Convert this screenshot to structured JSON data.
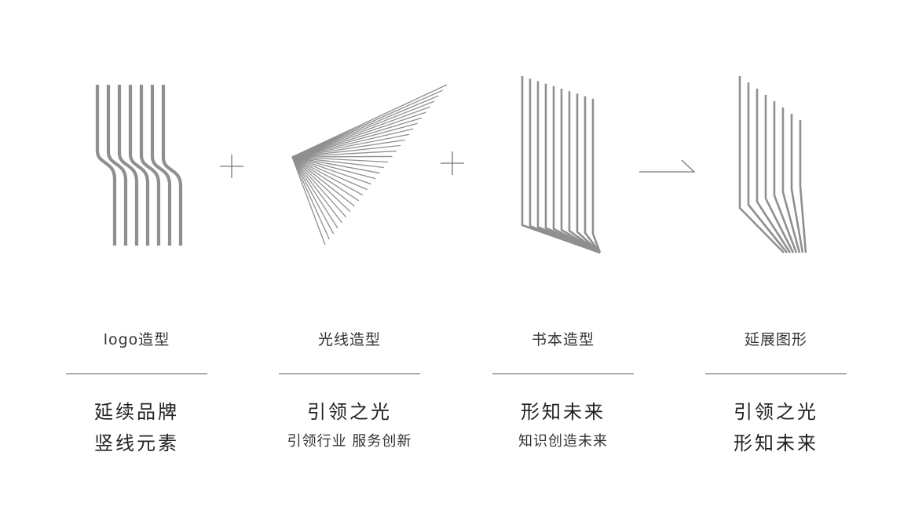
{
  "colors": {
    "stroke": "#8f8f8f",
    "operator": "#777777",
    "text": "#222222"
  },
  "columns": [
    {
      "label": "logo造型",
      "title": "延续品牌",
      "subtitle": "竖线元素"
    },
    {
      "label": "光线造型",
      "title": "引领之光",
      "subtitle": "引领行业  服务创新"
    },
    {
      "label": "书本造型",
      "title": "形知未来",
      "subtitle": "知识创造未来"
    },
    {
      "label": "延展图形",
      "title": "引领之光",
      "subtitle": "形知未来"
    }
  ],
  "operators": [
    "plus-icon",
    "plus-icon",
    "arrow-right-icon"
  ]
}
